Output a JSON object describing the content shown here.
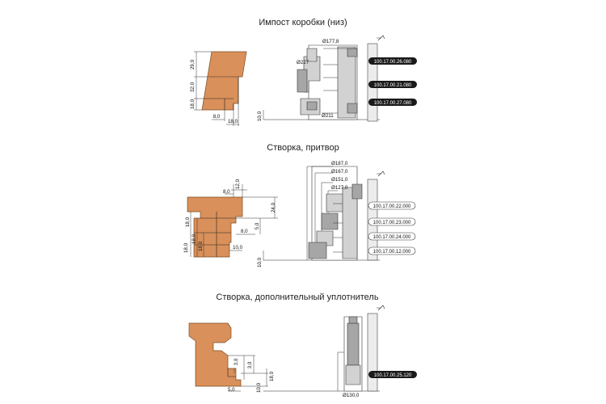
{
  "colors": {
    "wood": "#d9905a",
    "tool_gray": "#a6a6a6",
    "tool_light": "#d2d2d2",
    "label_dark": "#1a1a1a",
    "label_light": "#ffffff"
  },
  "sections": [
    {
      "title": "Импост коробки (низ)",
      "profile_dims": [
        "29,0",
        "32,0",
        "18,0",
        "8,0",
        "18,0",
        "10,0"
      ],
      "diameters": [
        "Ø177,8",
        "Ø227",
        "Ø211"
      ],
      "codes": [
        {
          "text": "100.17.00.26.080",
          "style": "dark"
        },
        {
          "text": "100.17.00.21.080",
          "style": "dark"
        },
        {
          "text": "100.17.00.27.080",
          "style": "dark"
        }
      ]
    },
    {
      "title": "Створка, притвор",
      "profile_dims": [
        "12,0",
        "8,0",
        "24,0",
        "5,0",
        "8,0",
        "18,0",
        "18,0",
        "18,0",
        "10,0",
        "18,0",
        "10,0"
      ],
      "diameters": [
        "Ø187,0",
        "Ø167,0",
        "Ø151,0",
        "Ø127,0"
      ],
      "codes": [
        {
          "text": "100.17.00.22.000",
          "style": "light"
        },
        {
          "text": "100.17.00.23.000",
          "style": "light"
        },
        {
          "text": "100.17.00.24.000",
          "style": "light"
        },
        {
          "text": "100.17.00.12.000",
          "style": "light"
        }
      ]
    },
    {
      "title": "Створка, дополнительный уплотнитель",
      "profile_dims": [
        "3,0",
        "3,0",
        "18,0",
        "5,0",
        "10,0"
      ],
      "diameters": [
        "Ø130,0"
      ],
      "codes": [
        {
          "text": "100.17.00.25.120",
          "style": "dark"
        }
      ]
    }
  ]
}
